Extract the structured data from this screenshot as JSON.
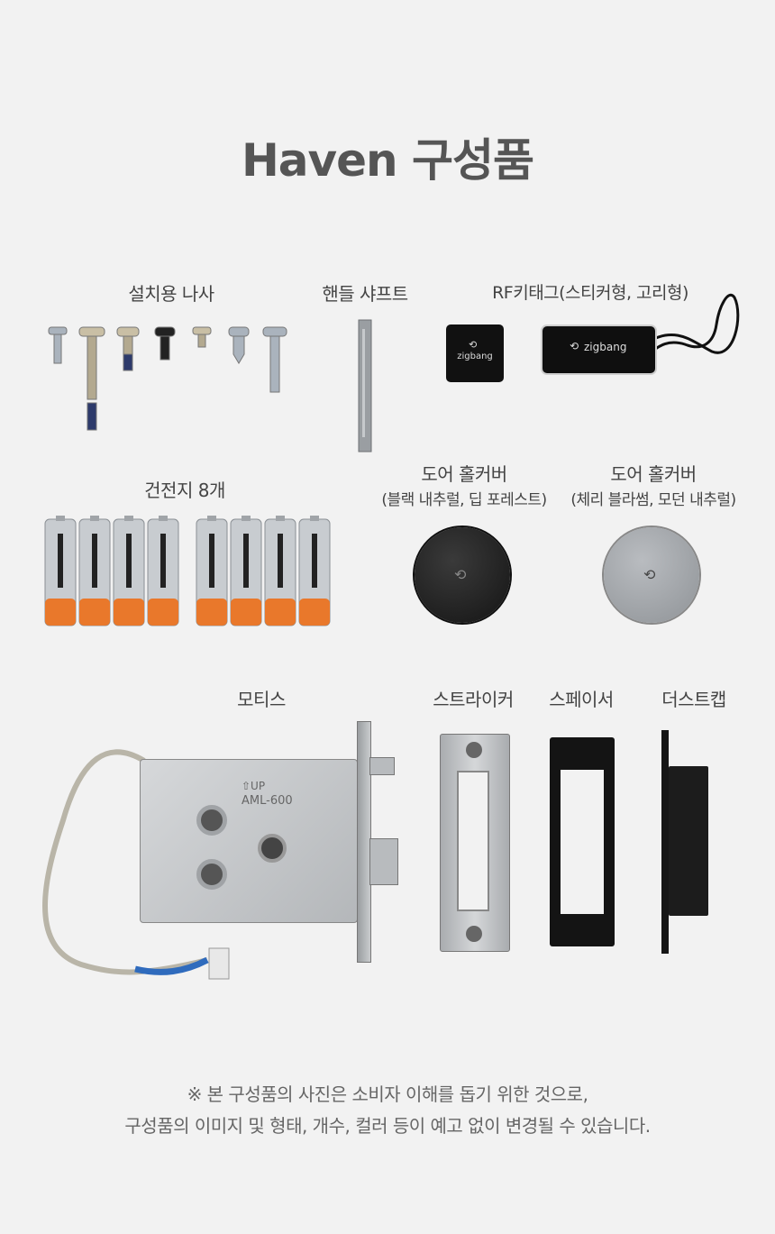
{
  "title": "Haven 구성품",
  "components": {
    "screws": {
      "label": "설치용 나사"
    },
    "handle_shaft": {
      "label": "핸들 샤프트"
    },
    "rf_tag": {
      "label": "RF키태그(스티커형, 고리형)",
      "brand": "zigbang"
    },
    "batteries": {
      "label": "건전지 8개"
    },
    "door_cover_black": {
      "label": "도어 홀커버",
      "sublabel": "(블랙 내추럴, 딥 포레스트)"
    },
    "door_cover_silver": {
      "label": "도어 홀커버",
      "sublabel": "(체리 블라썸, 모던 내추럴)"
    },
    "mortise": {
      "label": "모티스",
      "model_up": "⇧UP",
      "model": "AML-600"
    },
    "striker": {
      "label": "스트라이커"
    },
    "spacer": {
      "label": "스페이서"
    },
    "dust_cap": {
      "label": "더스트캡"
    }
  },
  "footnote": {
    "line1": "※ 본 구성품의 사진은 소비자 이해를 돕기 위한 것으로,",
    "line2": "구성품의 이미지 및 형태, 개수, 컬러 등이 예고 없이 변경될 수 있습니다."
  }
}
